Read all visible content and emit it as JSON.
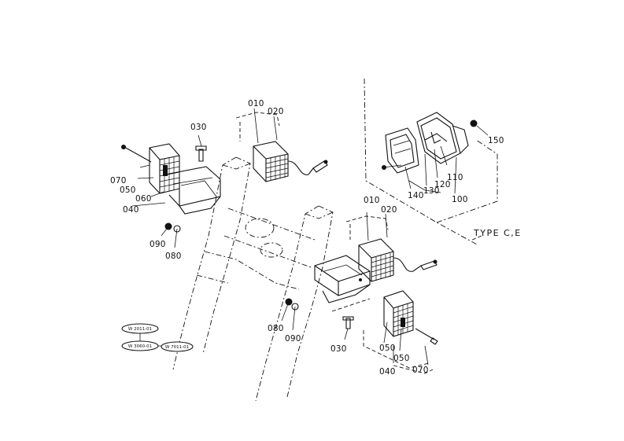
{
  "labels": {
    "l010_top": "010",
    "l020_top": "020",
    "l030_top": "030",
    "l070_left": "070",
    "l050_left": "050",
    "l060_left": "060",
    "l040_left": "040",
    "l090_left": "090",
    "l080_left": "080",
    "l150": "150",
    "l110": "110",
    "l120": "120",
    "l130": "130",
    "l140": "140",
    "l100": "100",
    "l010_mid": "010",
    "l020_mid": "020",
    "type_ce": "TYPE C,E",
    "l080_bottom": "080",
    "l090_bottom": "090",
    "l030_bottom": "030",
    "l050_bottom_a": "050",
    "l050_bottom_b": "050",
    "l040_bottom": "040",
    "l070_bottom": "070"
  },
  "references": {
    "ref1": "W 2011-01",
    "ref2": "W 3060-01",
    "ref3": "W 7011-01"
  }
}
